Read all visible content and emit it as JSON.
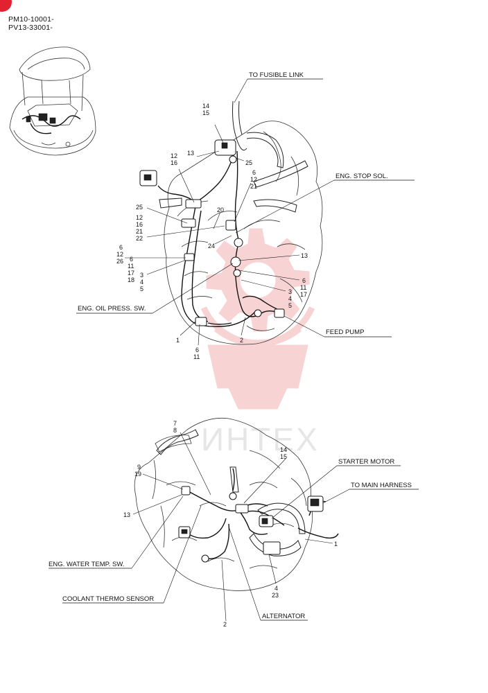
{
  "header": {
    "serial_numbers": [
      "PM10-10001-",
      "PV13-33001-"
    ]
  },
  "watermark": {
    "text": "ИНТЕХ",
    "color": "#f4b0b0"
  },
  "brand_corner_color": "#e2222e",
  "diagram": {
    "top_labels": {
      "fusible_link": "TO FUSIBLE LINK",
      "eng_stop_sol": "ENG. STOP SOL.",
      "eng_oil_press_sw": "ENG. OIL PRESS. SW.",
      "feed_pump": "FEED PUMP"
    },
    "bottom_labels": {
      "starter_motor": "STARTER MOTOR",
      "main_harness": "TO MAIN HARNESS",
      "eng_water_temp_sw": "ENG. WATER TEMP. SW.",
      "coolant_thermo_sensor": "COOLANT THERMO SENSOR",
      "alternator": "ALTERNATOR"
    },
    "top_callouts": [
      "14",
      "15",
      "13",
      "25",
      "12",
      "16",
      "6",
      "12",
      "21",
      "25",
      "12",
      "16",
      "21",
      "22",
      "20",
      "6",
      "12",
      "26",
      "24",
      "6",
      "11",
      "17",
      "18",
      "3",
      "4",
      "5",
      "13",
      "6",
      "11",
      "17",
      "3",
      "4",
      "5",
      "1",
      "6",
      "11",
      "2"
    ],
    "bottom_callouts": [
      "7",
      "8",
      "14",
      "15",
      "9",
      "19",
      "13",
      "1",
      "4",
      "23",
      "2"
    ]
  }
}
